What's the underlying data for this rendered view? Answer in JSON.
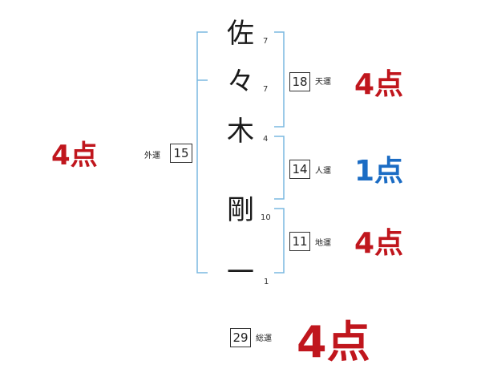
{
  "name_chars": [
    {
      "char": "佐",
      "strokes": "7"
    },
    {
      "char": "々",
      "strokes": "7"
    },
    {
      "char": "木",
      "strokes": "4"
    },
    {
      "char": "剛",
      "strokes": "10"
    },
    {
      "char": "一",
      "strokes": "1"
    }
  ],
  "fortunes": {
    "gaiun": {
      "label": "外運",
      "value": "15",
      "score": "4点",
      "color": "#c0161d"
    },
    "tenun": {
      "label": "天運",
      "value": "18",
      "score": "4点",
      "color": "#c0161d"
    },
    "jinun": {
      "label": "人運",
      "value": "14",
      "score": "1点",
      "color": "#1b6cc4"
    },
    "chiun": {
      "label": "地運",
      "value": "11",
      "score": "4点",
      "color": "#c0161d"
    },
    "souun": {
      "label": "総運",
      "value": "29",
      "score": "4点",
      "color": "#c0161d"
    }
  },
  "bracket_color": "#7ab8e0"
}
